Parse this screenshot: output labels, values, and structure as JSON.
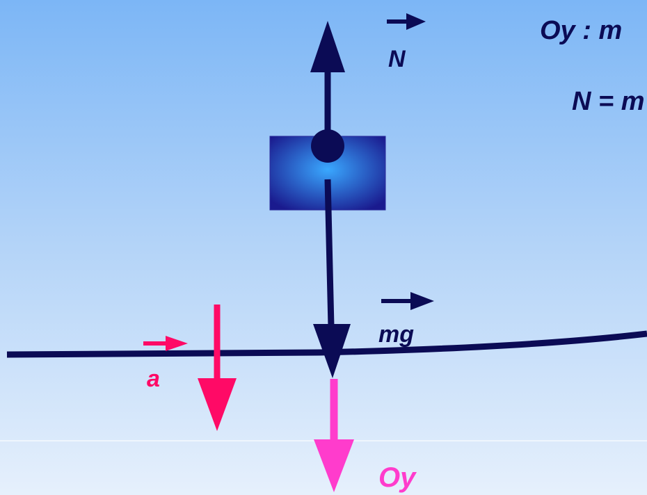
{
  "labels": {
    "N": "N",
    "mg": "mg",
    "a": "a",
    "Oy": "Oy",
    "eq1": "Oy : m",
    "eq2": "N = m"
  },
  "colors": {
    "navy": "#0b0b55",
    "pink": "#ff0a66",
    "magenta": "#ff3ccc",
    "block_center": "#3aa0ff",
    "block_edge": "#1a1a8e"
  }
}
